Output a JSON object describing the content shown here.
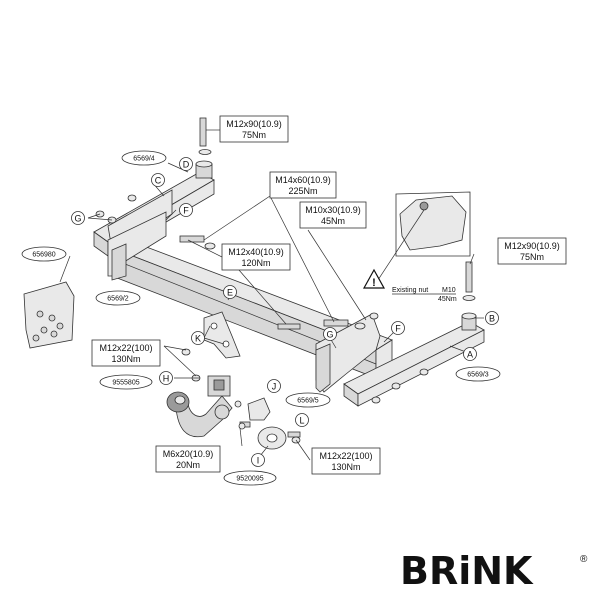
{
  "callouts": {
    "c": "C",
    "d": "D",
    "g1": "G",
    "f1": "F",
    "e": "E",
    "k": "K",
    "h": "H",
    "j": "J",
    "g2": "G",
    "f2": "F",
    "b": "B",
    "a": "A",
    "l": "L",
    "i": "I"
  },
  "part_numbers": {
    "p6569_4": "6569/4",
    "p656980": "656980",
    "p6569_2": "6569/2",
    "p9555805": "9555805",
    "p6569_5": "6569/5",
    "p6569_3": "6569/3",
    "p9520095": "9520095"
  },
  "torque_boxes": {
    "top_left": {
      "bolt": "M12x90(10.9)",
      "torque": "75Nm"
    },
    "m14": {
      "bolt": "M14x60(10.9)",
      "torque": "225Nm"
    },
    "m10": {
      "bolt": "M10x30(10.9)",
      "torque": "45Nm"
    },
    "m12x40": {
      "bolt": "M12x40(10.9)",
      "torque": "120Nm"
    },
    "right": {
      "bolt": "M12x90(10.9)",
      "torque": "75Nm"
    },
    "left_m12x22": {
      "bolt": "M12x22(100)",
      "torque": "130Nm"
    },
    "m6": {
      "bolt": "M6x20(10.9)",
      "torque": "20Nm"
    },
    "bottom_m12x22": {
      "bolt": "M12x22(100)",
      "torque": "130Nm"
    }
  },
  "existing_nut": {
    "text": "Existing nut",
    "size": "M10",
    "torque": "45Nm"
  },
  "brand": {
    "name": "BRiNK",
    "mark": "®"
  }
}
